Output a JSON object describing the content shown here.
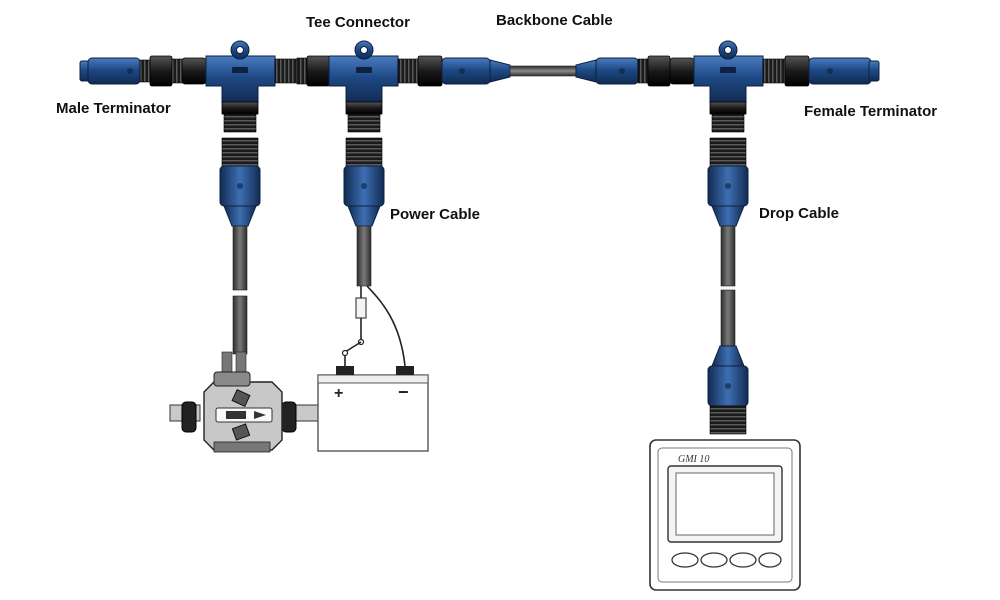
{
  "labels": {
    "male_terminator": "Male Terminator",
    "tee_connector": "Tee Connector",
    "backbone_cable": "Backbone Cable",
    "female_terminator": "Female Terminator",
    "power_cable": "Power Cable",
    "drop_cable": "Drop Cable"
  },
  "battery": {
    "positive_symbol": "+",
    "negative_symbol": "−"
  },
  "display": {
    "model": "GMI 10"
  },
  "colors": {
    "connector_blue": "#1f4a86",
    "connector_dark": "#17365f",
    "connector_light": "#3e6fb3",
    "nut_black": "#1c1c1c",
    "cable_gray": "#5b5b5b"
  }
}
